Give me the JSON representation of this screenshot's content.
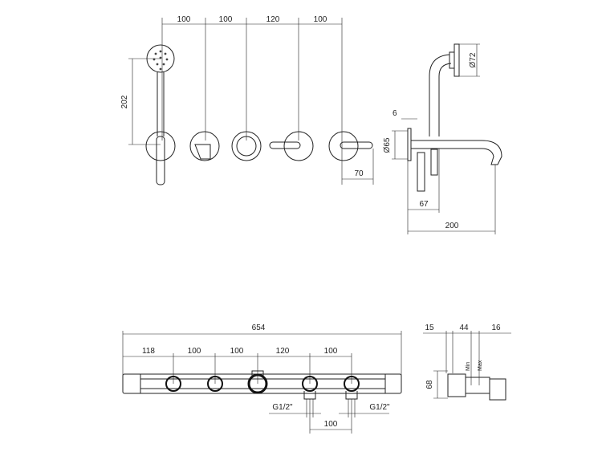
{
  "front_view": {
    "dims_top": [
      "100",
      "100",
      "120",
      "100"
    ],
    "dim_height": "202",
    "dim_lever": "70"
  },
  "side_view": {
    "dia_head": "Ø72",
    "dim_plate": "6",
    "dia_plate": "Ø65",
    "dim_depth": "67",
    "dim_spout": "200"
  },
  "body_front": {
    "total": "654",
    "dims": [
      "118",
      "100",
      "100",
      "120",
      "100"
    ],
    "thread_left": "G1/2\"",
    "thread_right": "G1/2\"",
    "thread_spacing": "100"
  },
  "body_side": {
    "dims": [
      "15",
      "44",
      "16"
    ],
    "height": "68",
    "min_label": "Min",
    "max_label": "Max"
  }
}
